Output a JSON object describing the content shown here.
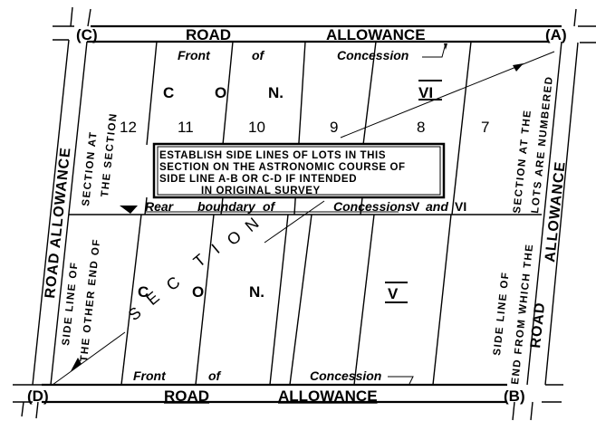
{
  "diagram": {
    "corners": {
      "a": "(A)",
      "b": "(B)",
      "c": "(C)",
      "d": "(D)"
    },
    "road_top": {
      "word1": "ROAD",
      "word2": "ALLOWANCE"
    },
    "road_bottom": {
      "word1": "ROAD",
      "word2": "ALLOWANCE"
    },
    "road_left": "ROAD ALLOWANCE",
    "road_right_upper": "ALLOWANCE",
    "road_right_lower": "ROAD",
    "concession_upper": {
      "front_labels": [
        "Front",
        "of",
        "Concession"
      ],
      "con_letters": [
        "C",
        "O",
        "N."
      ],
      "number": "VI",
      "lots": [
        "12",
        "11",
        "10",
        "9",
        "8",
        "7"
      ]
    },
    "rear_boundary": {
      "word1": "Rear",
      "word2": "boundary",
      "word3": "of",
      "word4": "Concessions",
      "num1": "V",
      "and": "and",
      "num2": "VI"
    },
    "concession_lower": {
      "front_labels": [
        "Front",
        "of",
        "Concession"
      ],
      "con_letters": [
        "C",
        "O",
        "N."
      ],
      "number": "V"
    },
    "section_diagonal": [
      "S",
      "E",
      "C",
      "T",
      "I",
      "O",
      "N"
    ],
    "note_box": {
      "lines": [
        "ESTABLISH  SIDE LINES OF LOTS IN THIS",
        "SECTION  ON THE ASTRONOMIC COURSE OF",
        "SIDE LINE  A-B  OR  C-D IF  INTENDED",
        "IN  ORIGINAL  SURVEY"
      ]
    },
    "vertical_notes": {
      "left_upper_1": "SECTION  AT",
      "left_upper_2": "THE  SECTION",
      "left_lower_1": "SIDE  LINE  OF",
      "left_lower_2": "THE  OTHER  END  OF",
      "right_upper_1": "SECTION  AT  THE",
      "right_upper_2": "LOTS  ARE  NUMBERED",
      "right_lower_1": "SIDE  LINE  OF",
      "right_lower_2": "END  FROM  WHICH  THE"
    },
    "colors": {
      "ink": "#000000",
      "paper": "#ffffff"
    }
  }
}
